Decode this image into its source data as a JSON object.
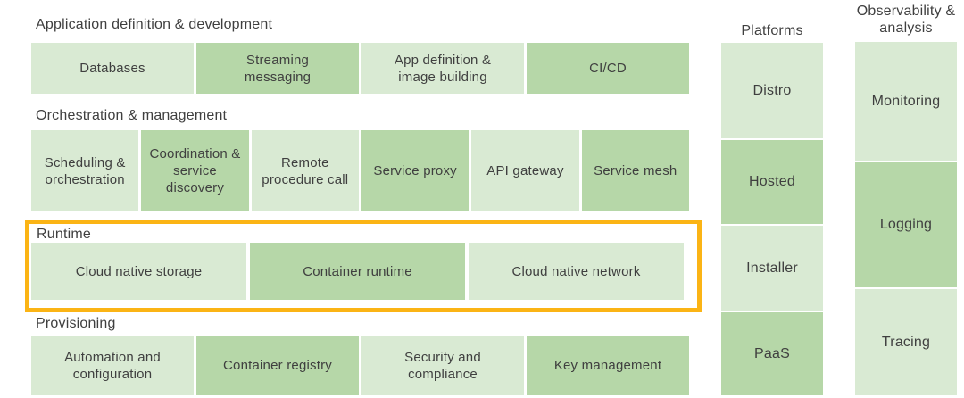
{
  "palette": {
    "light_green": "#d9ead3",
    "medium_green": "#b6d7a8",
    "highlight_border": "#fbb415",
    "text": "#3f3f3f",
    "background": "#ffffff"
  },
  "sections": [
    {
      "title": "Application definition & development",
      "boxes": [
        {
          "label": "Databases",
          "tone": "light"
        },
        {
          "label": "Streaming messaging",
          "tone": "medium"
        },
        {
          "label": "App definition & image building",
          "tone": "light"
        },
        {
          "label": "CI/CD",
          "tone": "medium"
        }
      ]
    },
    {
      "title": "Orchestration & management",
      "boxes": [
        {
          "label": "Scheduling & orchestration",
          "tone": "light"
        },
        {
          "label": "Coordination & service discovery",
          "tone": "medium"
        },
        {
          "label": "Remote procedure call",
          "tone": "light"
        },
        {
          "label": "Service proxy",
          "tone": "medium"
        },
        {
          "label": "API gateway",
          "tone": "light"
        },
        {
          "label": "Service mesh",
          "tone": "medium"
        }
      ]
    },
    {
      "title": "Runtime",
      "highlighted": true,
      "boxes": [
        {
          "label": "Cloud native storage",
          "tone": "light"
        },
        {
          "label": "Container runtime",
          "tone": "medium"
        },
        {
          "label": "Cloud native network",
          "tone": "light"
        }
      ]
    },
    {
      "title": "Provisioning",
      "boxes": [
        {
          "label": "Automation and configuration",
          "tone": "light"
        },
        {
          "label": "Container registry",
          "tone": "medium"
        },
        {
          "label": "Security and compliance",
          "tone": "light"
        },
        {
          "label": "Key management",
          "tone": "medium"
        }
      ]
    }
  ],
  "columns": [
    {
      "title": "Platforms",
      "boxes": [
        {
          "label": "Distro",
          "tone": "light"
        },
        {
          "label": "Hosted",
          "tone": "medium"
        },
        {
          "label": "Installer",
          "tone": "light"
        },
        {
          "label": "PaaS",
          "tone": "medium"
        }
      ]
    },
    {
      "title": "Observability & analysis",
      "boxes": [
        {
          "label": "Monitoring",
          "tone": "light"
        },
        {
          "label": "Logging",
          "tone": "medium"
        },
        {
          "label": "Tracing",
          "tone": "light"
        }
      ]
    }
  ]
}
